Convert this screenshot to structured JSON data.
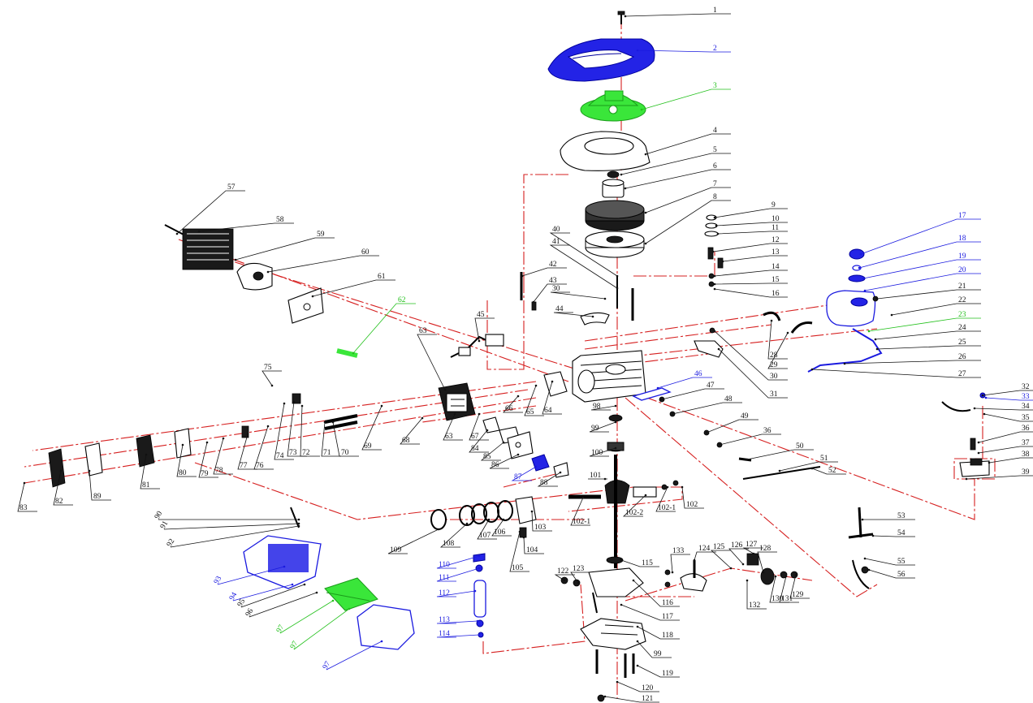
{
  "title": "",
  "colors": {
    "leader_default": "#111111",
    "leader_blue": "#1a1adf",
    "leader_green": "#22c01b",
    "assembly_axis": "#d62020",
    "part_blue": "#2323e6",
    "part_green": "#3ae63a"
  },
  "callouts": [
    {
      "id": "c1",
      "text": "1",
      "color": "black"
    },
    {
      "id": "c2",
      "text": "2",
      "color": "blue"
    },
    {
      "id": "c3",
      "text": "3",
      "color": "green"
    },
    {
      "id": "c4",
      "text": "4",
      "color": "black"
    },
    {
      "id": "c5",
      "text": "5",
      "color": "black"
    },
    {
      "id": "c6",
      "text": "6",
      "color": "black"
    },
    {
      "id": "c7",
      "text": "7",
      "color": "black"
    },
    {
      "id": "c8",
      "text": "8",
      "color": "black"
    },
    {
      "id": "c9",
      "text": "9",
      "color": "black"
    },
    {
      "id": "c10",
      "text": "10",
      "color": "black"
    },
    {
      "id": "c11",
      "text": "11",
      "color": "black"
    },
    {
      "id": "c12",
      "text": "12",
      "color": "black"
    },
    {
      "id": "c13",
      "text": "13",
      "color": "black"
    },
    {
      "id": "c14",
      "text": "14",
      "color": "black"
    },
    {
      "id": "c15",
      "text": "15",
      "color": "black"
    },
    {
      "id": "c16",
      "text": "16",
      "color": "black"
    },
    {
      "id": "c17",
      "text": "17",
      "color": "blue"
    },
    {
      "id": "c18",
      "text": "18",
      "color": "blue"
    },
    {
      "id": "c19",
      "text": "19",
      "color": "blue"
    },
    {
      "id": "c20",
      "text": "20",
      "color": "blue"
    },
    {
      "id": "c21",
      "text": "21",
      "color": "black"
    },
    {
      "id": "c22",
      "text": "22",
      "color": "black"
    },
    {
      "id": "c23",
      "text": "23",
      "color": "green"
    },
    {
      "id": "c24",
      "text": "24",
      "color": "black"
    },
    {
      "id": "c25",
      "text": "25",
      "color": "black"
    },
    {
      "id": "c26",
      "text": "26",
      "color": "black"
    },
    {
      "id": "c27",
      "text": "27",
      "color": "black"
    },
    {
      "id": "c28",
      "text": "28",
      "color": "black"
    },
    {
      "id": "c29",
      "text": "29",
      "color": "black"
    },
    {
      "id": "c30a",
      "text": "30",
      "color": "black"
    },
    {
      "id": "c30b",
      "text": "30",
      "color": "black"
    },
    {
      "id": "c31",
      "text": "31",
      "color": "black"
    },
    {
      "id": "c32",
      "text": "32",
      "color": "black"
    },
    {
      "id": "c33",
      "text": "33",
      "color": "blue"
    },
    {
      "id": "c34",
      "text": "34",
      "color": "black"
    },
    {
      "id": "c35",
      "text": "35",
      "color": "black"
    },
    {
      "id": "c36a",
      "text": "36",
      "color": "black"
    },
    {
      "id": "c36b",
      "text": "36",
      "color": "black"
    },
    {
      "id": "c37",
      "text": "37",
      "color": "black"
    },
    {
      "id": "c38",
      "text": "38",
      "color": "black"
    },
    {
      "id": "c39",
      "text": "39",
      "color": "black"
    },
    {
      "id": "c40",
      "text": "40",
      "color": "black"
    },
    {
      "id": "c41",
      "text": "41",
      "color": "black"
    },
    {
      "id": "c42",
      "text": "42",
      "color": "black"
    },
    {
      "id": "c43",
      "text": "43",
      "color": "black"
    },
    {
      "id": "c44",
      "text": "44",
      "color": "black"
    },
    {
      "id": "c45",
      "text": "45",
      "color": "black"
    },
    {
      "id": "c46",
      "text": "46",
      "color": "blue"
    },
    {
      "id": "c47",
      "text": "47",
      "color": "black"
    },
    {
      "id": "c48",
      "text": "48",
      "color": "black"
    },
    {
      "id": "c49",
      "text": "49",
      "color": "black"
    },
    {
      "id": "c50",
      "text": "50",
      "color": "black"
    },
    {
      "id": "c51",
      "text": "51",
      "color": "black"
    },
    {
      "id": "c52",
      "text": "52",
      "color": "black"
    },
    {
      "id": "c53",
      "text": "53",
      "color": "black"
    },
    {
      "id": "c54",
      "text": "54",
      "color": "black"
    },
    {
      "id": "c55",
      "text": "55",
      "color": "black"
    },
    {
      "id": "c56",
      "text": "56",
      "color": "black"
    },
    {
      "id": "c57",
      "text": "57",
      "color": "black"
    },
    {
      "id": "c58",
      "text": "58",
      "color": "black"
    },
    {
      "id": "c59",
      "text": "59",
      "color": "black"
    },
    {
      "id": "c60",
      "text": "60",
      "color": "black"
    },
    {
      "id": "c61",
      "text": "61",
      "color": "black"
    },
    {
      "id": "c62",
      "text": "62",
      "color": "green"
    },
    {
      "id": "c63a",
      "text": "63",
      "color": "black"
    },
    {
      "id": "c63b",
      "text": "63",
      "color": "black"
    },
    {
      "id": "c64",
      "text": "64",
      "color": "black"
    },
    {
      "id": "c65",
      "text": "65",
      "color": "black"
    },
    {
      "id": "c66",
      "text": "66",
      "color": "black"
    },
    {
      "id": "c67",
      "text": "67",
      "color": "black"
    },
    {
      "id": "c68",
      "text": "68",
      "color": "black"
    },
    {
      "id": "c69",
      "text": "69",
      "color": "black"
    },
    {
      "id": "c70",
      "text": "70",
      "color": "black"
    },
    {
      "id": "c71",
      "text": "71",
      "color": "black"
    },
    {
      "id": "c72",
      "text": "72",
      "color": "black"
    },
    {
      "id": "c73",
      "text": "73",
      "color": "black"
    },
    {
      "id": "c74",
      "text": "74",
      "color": "black"
    },
    {
      "id": "c75",
      "text": "75",
      "color": "black"
    },
    {
      "id": "c76",
      "text": "76",
      "color": "black"
    },
    {
      "id": "c77",
      "text": "77",
      "color": "black"
    },
    {
      "id": "c78",
      "text": "78",
      "color": "black"
    },
    {
      "id": "c79",
      "text": "79",
      "color": "black"
    },
    {
      "id": "c80",
      "text": "80",
      "color": "black"
    },
    {
      "id": "c81",
      "text": "81",
      "color": "black"
    },
    {
      "id": "c82",
      "text": "82",
      "color": "black"
    },
    {
      "id": "c83",
      "text": "83",
      "color": "black"
    },
    {
      "id": "c84",
      "text": "84",
      "color": "black"
    },
    {
      "id": "c85",
      "text": "85",
      "color": "black"
    },
    {
      "id": "c86",
      "text": "86",
      "color": "black"
    },
    {
      "id": "c87",
      "text": "87",
      "color": "blue"
    },
    {
      "id": "c88",
      "text": "88",
      "color": "black"
    },
    {
      "id": "c89",
      "text": "89",
      "color": "black"
    },
    {
      "id": "c98",
      "text": "98",
      "color": "black"
    },
    {
      "id": "c99a",
      "text": "99",
      "color": "black"
    },
    {
      "id": "c99b",
      "text": "99",
      "color": "black"
    },
    {
      "id": "c100",
      "text": "100",
      "color": "black"
    },
    {
      "id": "c101",
      "text": "101",
      "color": "black"
    },
    {
      "id": "c102",
      "text": "102",
      "color": "black"
    },
    {
      "id": "c102_1a",
      "text": "102-1",
      "color": "black"
    },
    {
      "id": "c102_1b",
      "text": "102-1",
      "color": "black"
    },
    {
      "id": "c102_2",
      "text": "102-2",
      "color": "black"
    },
    {
      "id": "c103",
      "text": "103",
      "color": "black"
    },
    {
      "id": "c104",
      "text": "104",
      "color": "black"
    },
    {
      "id": "c105",
      "text": "105",
      "color": "black"
    },
    {
      "id": "c106",
      "text": "106",
      "color": "black"
    },
    {
      "id": "c107",
      "text": "107",
      "color": "black"
    },
    {
      "id": "c108",
      "text": "108",
      "color": "black"
    },
    {
      "id": "c109",
      "text": "109",
      "color": "black"
    },
    {
      "id": "c110",
      "text": "110",
      "color": "blue"
    },
    {
      "id": "c111",
      "text": "111",
      "color": "blue"
    },
    {
      "id": "c112",
      "text": "112",
      "color": "blue"
    },
    {
      "id": "c113",
      "text": "113",
      "color": "blue"
    },
    {
      "id": "c114",
      "text": "114",
      "color": "blue"
    },
    {
      "id": "c115",
      "text": "115",
      "color": "black"
    },
    {
      "id": "c116",
      "text": "116",
      "color": "black"
    },
    {
      "id": "c117",
      "text": "117",
      "color": "black"
    },
    {
      "id": "c118",
      "text": "118",
      "color": "black"
    },
    {
      "id": "c119",
      "text": "119",
      "color": "black"
    },
    {
      "id": "c120",
      "text": "120",
      "color": "black"
    },
    {
      "id": "c121",
      "text": "121",
      "color": "black"
    },
    {
      "id": "c122",
      "text": "122",
      "color": "black"
    },
    {
      "id": "c123",
      "text": "123",
      "color": "black"
    },
    {
      "id": "c124",
      "text": "124",
      "color": "black"
    },
    {
      "id": "c125",
      "text": "125",
      "color": "black"
    },
    {
      "id": "c126",
      "text": "126",
      "color": "black"
    },
    {
      "id": "c127",
      "text": "127",
      "color": "black"
    },
    {
      "id": "c128",
      "text": "128",
      "color": "black"
    },
    {
      "id": "c129",
      "text": "129",
      "color": "black"
    },
    {
      "id": "c130",
      "text": "130",
      "color": "black"
    },
    {
      "id": "c131",
      "text": "131",
      "color": "black"
    },
    {
      "id": "c132",
      "text": "132",
      "color": "black"
    },
    {
      "id": "c133",
      "text": "133",
      "color": "black"
    },
    {
      "id": "cR90",
      "text": "90",
      "color": "black"
    },
    {
      "id": "cR91",
      "text": "91",
      "color": "black"
    },
    {
      "id": "cR92",
      "text": "92",
      "color": "black"
    },
    {
      "id": "cR93",
      "text": "93",
      "color": "blue"
    },
    {
      "id": "cR94",
      "text": "94",
      "color": "blue"
    },
    {
      "id": "cR95",
      "text": "95",
      "color": "black"
    },
    {
      "id": "cR96",
      "text": "96",
      "color": "black"
    },
    {
      "id": "cR97",
      "text": "97",
      "color": "green"
    },
    {
      "id": "cR97b",
      "text": "97",
      "color": "green"
    },
    {
      "id": "cR97c",
      "text": "97",
      "color": "blue"
    }
  ]
}
